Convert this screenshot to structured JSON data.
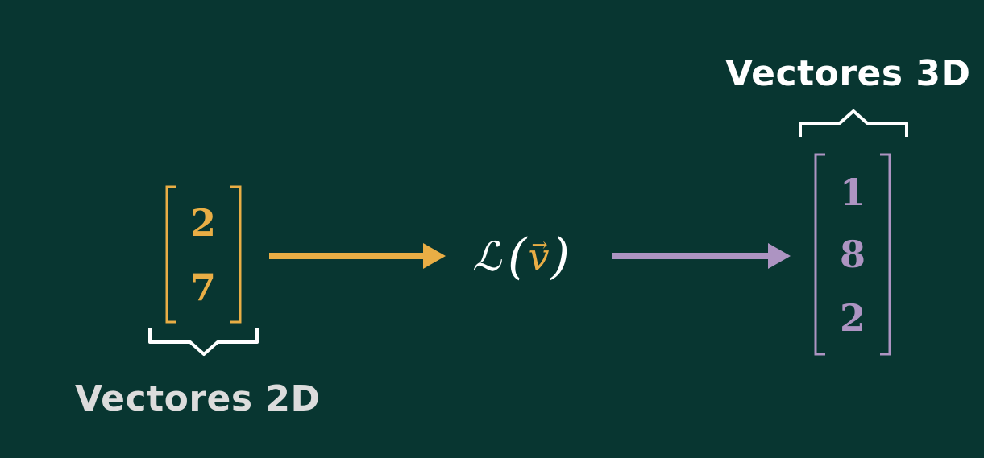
{
  "diagram": {
    "labels": {
      "input_space": "Vectores 2D",
      "output_space": "Vectores 3D"
    },
    "input_vector": {
      "components": [
        "2",
        "7"
      ],
      "color": "#e9ae45"
    },
    "output_vector": {
      "components": [
        "1",
        "8",
        "2"
      ],
      "color": "#ad94c2"
    },
    "transformation": {
      "symbol": "ℒ",
      "open_paren": "(",
      "argument": "v",
      "arrow_symbol": "→",
      "close_paren": ")"
    },
    "colors": {
      "background": "#083631",
      "input_arrow": "#e9ae45",
      "output_arrow": "#ad94c2",
      "braces": "#ffffff"
    }
  }
}
